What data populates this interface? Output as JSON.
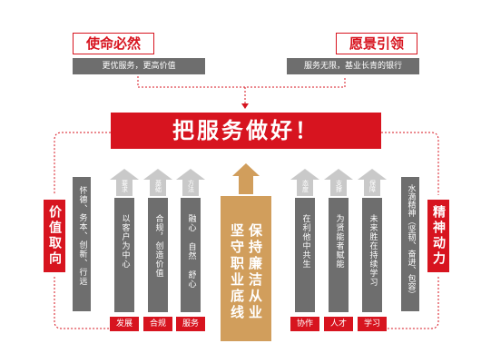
{
  "top": {
    "mission_title": "使命必然",
    "mission_sub": "更优服务，更高价值",
    "vision_title": "愿景引领",
    "vision_sub": "服务无限，基业长青的银行",
    "banner": "把服务做好！"
  },
  "left_panel": {
    "label": "价值取向",
    "text": "怀德、务本、创新、行远"
  },
  "right_panel": {
    "label": "精神动力",
    "text": "水滴精神（坚韧、奋进、包容）"
  },
  "columns_left": [
    {
      "arrow": "要求",
      "text": "以客户为中心",
      "tag": "发展"
    },
    {
      "arrow": "基础",
      "text": "合规，创造价值",
      "tag": "合规"
    },
    {
      "arrow": "方法",
      "text": "融心 自然 舒心",
      "tag": "服务"
    }
  ],
  "center": {
    "col1": "坚守职业底线",
    "col2": "保持廉洁从业"
  },
  "columns_right": [
    {
      "arrow": "态度",
      "text": "在利他中共生",
      "tag": "协作"
    },
    {
      "arrow": "支撑",
      "text": "为贤能者赋能",
      "tag": "人才"
    },
    {
      "arrow": "保障",
      "text": "未来胜在持续学习",
      "tag": "学习"
    }
  ],
  "colors": {
    "red": "#d7141f",
    "grey": "#6e6e6e",
    "gold": "#d19e5c",
    "arrow_grey": "#c9c9c9"
  }
}
